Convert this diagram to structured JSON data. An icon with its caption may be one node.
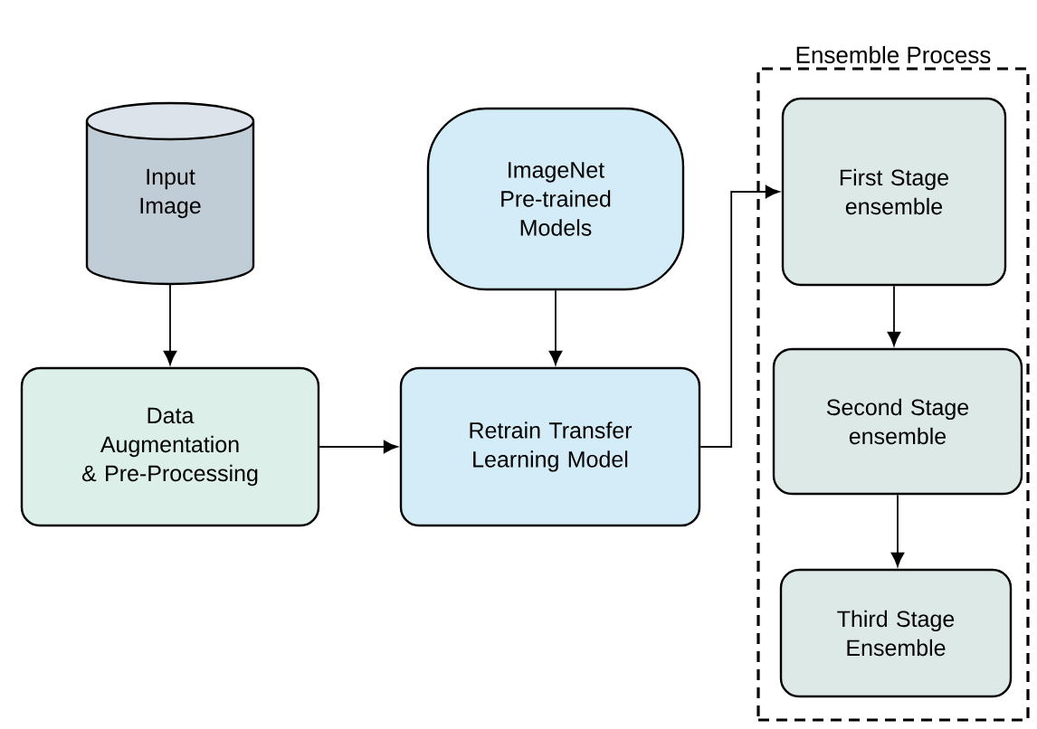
{
  "diagram": {
    "nodes": [
      {
        "text": [
          "Input Image"
        ]
      },
      {
        "text": [
          "ImageNet Pre-trained Models"
        ]
      },
      {
        "text": [
          "Data Augmentation & Pre-Processing"
        ]
      },
      {
        "text": [
          "Retrain Transfer Learning Model"
        ]
      },
      {
        "text": [
          "Ensemble Process"
        ]
      },
      {
        "text": [
          "First Stage ensemble"
        ],
        "in": 4
      },
      {
        "text": [
          "Second Stage ensemble"
        ],
        "in": 4
      },
      {
        "text": [
          "Third Stage Ensemble"
        ],
        "in": 4
      }
    ],
    "edges": [
      {
        "from": 0,
        "to": 2,
        "arrow": "to"
      },
      {
        "from": 1,
        "to": 3,
        "arrow": "to"
      },
      {
        "from": 2,
        "to": 3,
        "arrow": "to"
      },
      {
        "from": 3,
        "to": 5,
        "arrow": "to"
      },
      {
        "from": 5,
        "to": 6,
        "arrow": "to"
      },
      {
        "from": 6,
        "to": 7,
        "arrow": "to"
      }
    ]
  }
}
